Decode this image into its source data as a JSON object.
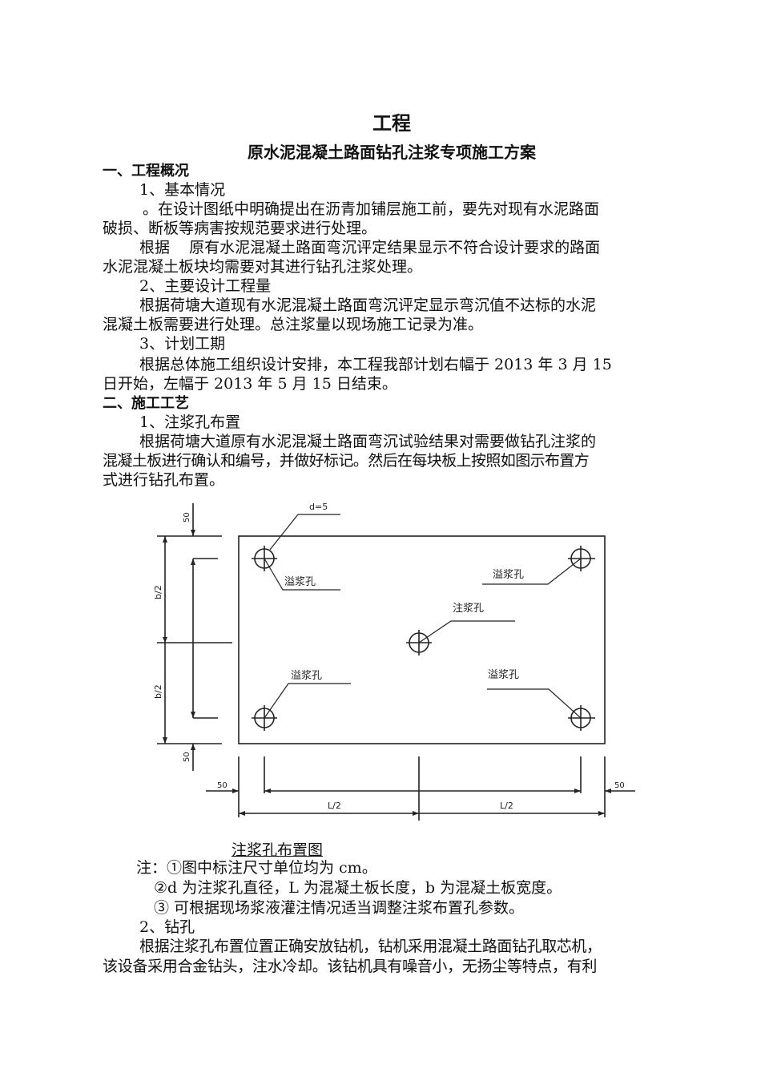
{
  "document": {
    "title": "工程",
    "subtitle": "原水泥混凝土路面钻孔注浆专项施工方案",
    "section1": {
      "heading": "一、工程概况",
      "sub1": {
        "heading": "1、基本情况",
        "para1_line1": "。在设计图纸中明确提出在沥青加铺层施工前，要先对现有水泥路面",
        "para1_line2": "破损、断板等病害按规范要求进行处理。",
        "para2_line1": "根据    原有水泥混凝土路面弯沉评定结果显示不符合设计要求的路面",
        "para2_line2": "水泥混凝土板块均需要对其进行钻孔注浆处理。"
      },
      "sub2": {
        "heading": "2、主要设计工程量",
        "para_line1": "根据荷塘大道现有水泥混凝土路面弯沉评定显示弯沉值不达标的水泥",
        "para_line2": "混凝土板需要进行处理。总注浆量以现场施工记录为准。"
      },
      "sub3": {
        "heading": "3、计划工期",
        "para_line1": "根据总体施工组织设计安排，本工程我部计划右幅于 2013 年 3 月 15",
        "para_line2": "日开始，左幅于 2013 年 5 月 15 日结束。"
      }
    },
    "section2": {
      "heading": "二、施工工艺",
      "sub1": {
        "heading": "1、注浆孔布置",
        "para_line1": "根据荷塘大道原有水泥混凝土路面弯沉试验结果对需要做钻孔注浆的",
        "para_line2": "混凝土板进行确认和编号，并做好标记。然后在每块板上按照如图示布置方",
        "para_line3": "式进行钻孔布置。"
      },
      "figure": {
        "caption": "注浆孔布置图",
        "labels": {
          "diameter": "d=5",
          "overflow_hole_tl": "溢浆孔",
          "overflow_hole_tr": "溢浆孔",
          "grout_hole_center": "注浆孔",
          "overflow_hole_bl": "溢浆孔",
          "overflow_hole_br": "溢浆孔",
          "dim_top": "50",
          "dim_half_b_upper": "b/2",
          "dim_half_b_lower": "b/2",
          "dim_bottom": "50",
          "dim_left": "50",
          "dim_right": "50",
          "dim_half_l_left": "L/2",
          "dim_half_l_right": "L/2"
        }
      },
      "notes": {
        "note1": "注：①图中标注尺寸单位均为 cm。",
        "note2": "②d 为注浆孔直径，L 为混凝土板长度，b 为混凝土板宽度。",
        "note3": "③ 可根据现场浆液灌注情况适当调整注浆布置孔参数。"
      },
      "sub2": {
        "heading": "2、钻孔",
        "para_line1": "根据注浆孔布置位置正确安放钻机，钻机采用混凝土路面钻孔取芯机，",
        "para_line2": "该设备采用合金钻头，注水冷却。该钻机具有噪音小，无扬尘等特点，有利"
      }
    }
  }
}
